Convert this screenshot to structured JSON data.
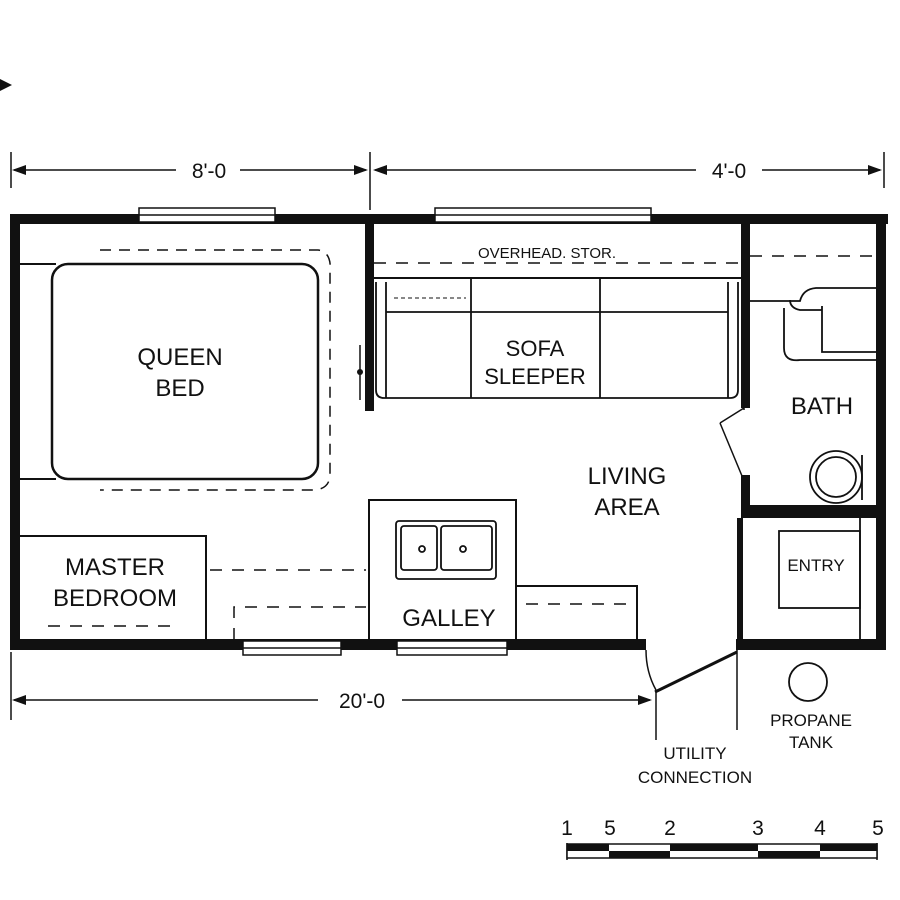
{
  "dimensions": {
    "bedroom_width": "8'-0",
    "front_width": "4'-0",
    "overall_length": "20'-0"
  },
  "rooms": {
    "queen_bed": [
      "QUEEN",
      "BED"
    ],
    "master_bedroom": [
      "MASTER",
      "BEDROOM"
    ],
    "overhead_storage": "OVERHEAD. STOR.",
    "sofa_sleeper": [
      "SOFA",
      "SLEEPER"
    ],
    "living_area": [
      "LIVING",
      "AREA"
    ],
    "galley": "GALLEY",
    "bath": "BATH",
    "entry": "ENTRY"
  },
  "exterior": {
    "propane_tank": [
      "PROPANE",
      "TANK"
    ],
    "utility_connection": [
      "UTILITY",
      "CONNECTION"
    ]
  },
  "scale_bar": {
    "labels": [
      "1",
      "5",
      "2",
      "3",
      "4",
      "5"
    ]
  },
  "colors": {
    "ink": "#111111",
    "paper": "#ffffff"
  }
}
